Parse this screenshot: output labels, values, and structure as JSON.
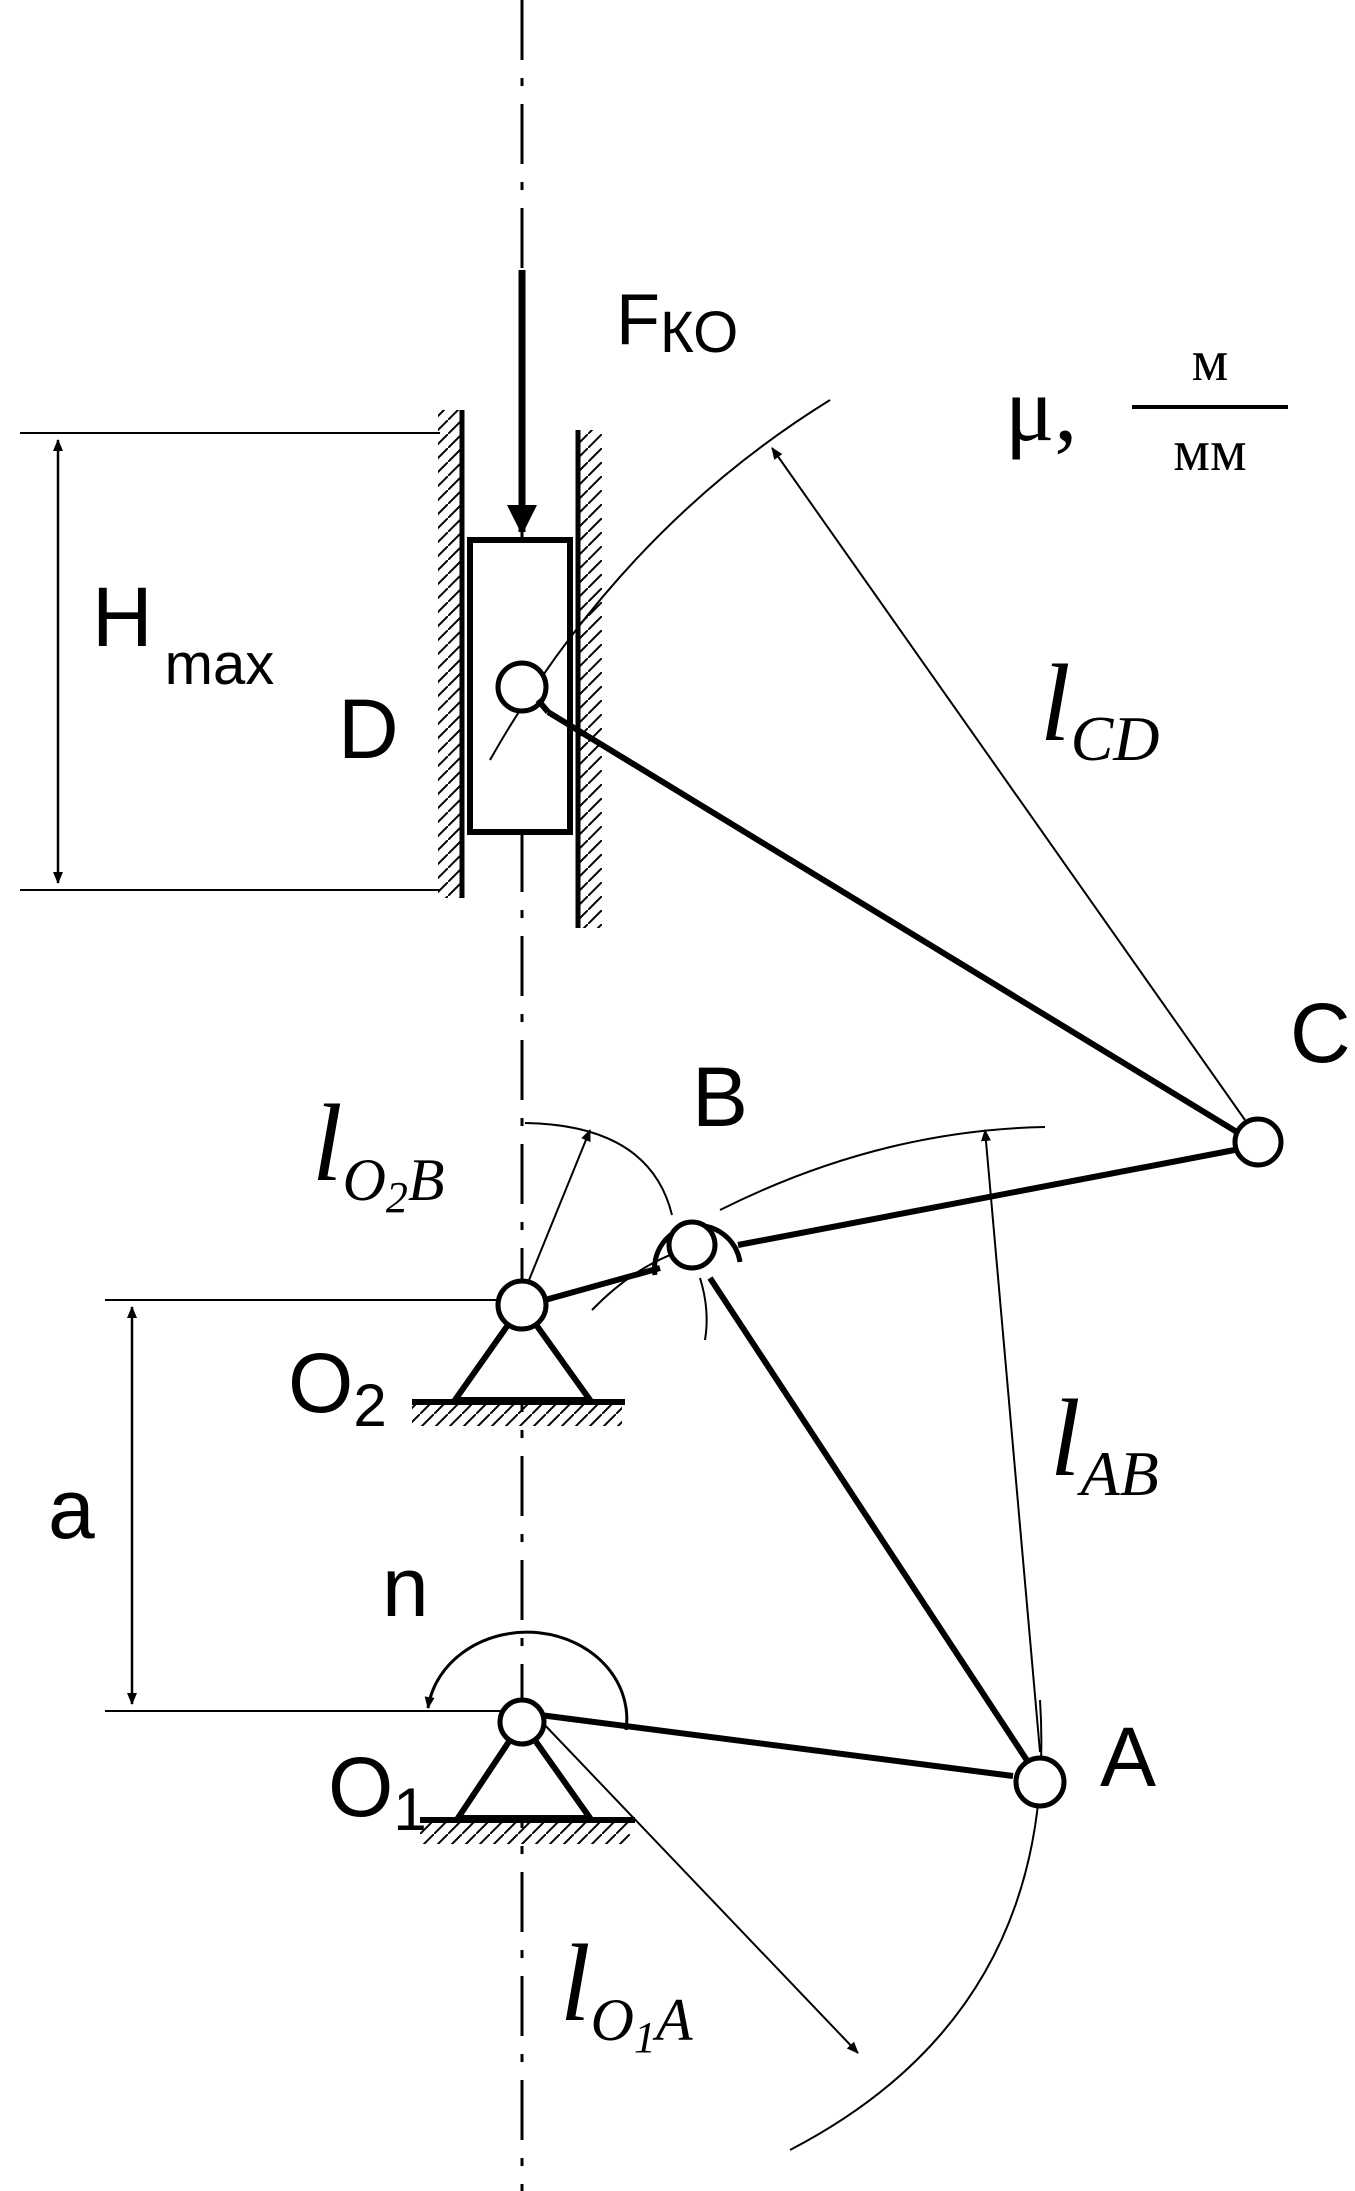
{
  "labels": {
    "force_main": "F",
    "force_sub": "КО",
    "scale_mu": "μ,",
    "scale_num": "м",
    "scale_den": "мм",
    "hmax_main": "H",
    "hmax_sub": "max",
    "point_d": "D",
    "point_c": "C",
    "point_b": "B",
    "point_a": "A",
    "o2_main": "O",
    "o2_sub": "2",
    "o1_main": "O",
    "o1_sub": "1",
    "dim_a": "a",
    "rot_n": "n",
    "l_cd_main": "l",
    "l_cd_sub": "CD",
    "l_ab_main": "l",
    "l_ab_sub": "AB",
    "l_o2b_main": "l",
    "l_o2b_sub1": "O",
    "l_o2b_sub2": "2",
    "l_o2b_sub3": "B",
    "l_o1a_main": "l",
    "l_o1a_sub1": "O",
    "l_o1a_sub2": "1",
    "l_o1a_sub3": "A"
  },
  "colors": {
    "ink": "#000000",
    "paper": "#ffffff"
  }
}
